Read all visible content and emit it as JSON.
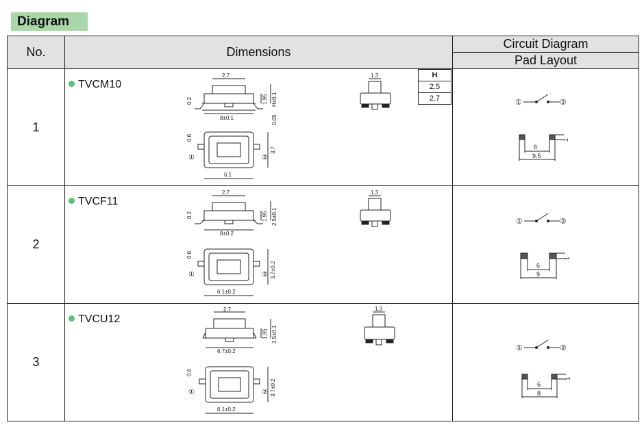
{
  "section_title": "Diagram",
  "headers": {
    "no": "No.",
    "dimensions": "Dimensions",
    "circuit_diagram": "Circuit Diagram",
    "pad_layout": "Pad Layout"
  },
  "rows": [
    {
      "no": "1",
      "model": "TVCM10",
      "side": {
        "top_width": "2.7",
        "body_width": "8±0.1",
        "thickness": "0.2",
        "body_height": "1.95",
        "total_height": "H±0.1",
        "lead": "0.05"
      },
      "front": {
        "top_width": "1.3"
      },
      "h_table": {
        "header": "H",
        "values": [
          "2.5",
          "2.7"
        ]
      },
      "top_view": {
        "lead_gap": "0.6",
        "height": "3.7",
        "width": "6.1",
        "pin1": "①",
        "pin2": "②"
      },
      "circuit": {
        "pin1": "①",
        "pin2": "②"
      },
      "pad": {
        "inner": "6",
        "outer": "9.5",
        "pad_size": "1"
      }
    },
    {
      "no": "2",
      "model": "TVCF11",
      "side": {
        "top_width": "2.7",
        "body_width": "8±0.2",
        "thickness": "0.2",
        "body_height": "1.95",
        "total_height": "2.5±0.1"
      },
      "front": {
        "top_width": "1.3"
      },
      "top_view": {
        "lead_gap": "0.6",
        "height": "3.7±0.2",
        "width": "6.1±0.2",
        "pin1": "①",
        "pin2": "②"
      },
      "circuit": {
        "pin1": "①",
        "pin2": "②"
      },
      "pad": {
        "inner": "6",
        "outer": "9",
        "pad_size": "1"
      }
    },
    {
      "no": "3",
      "model": "TVCU12",
      "side": {
        "top_width": "2.7",
        "body_width": "6.7±0.2",
        "body_height": "1.95",
        "total_height": "2.5±0.1"
      },
      "front": {
        "top_width": "1.3"
      },
      "top_view": {
        "lead_gap": "0.6",
        "height": "3.7±0.2",
        "width": "6.1±0.2",
        "pin1": "①",
        "pin2": "②"
      },
      "circuit": {
        "pin1": "①",
        "pin2": "②"
      },
      "pad": {
        "inner": "6",
        "outer": "8",
        "pad_size": "1"
      }
    }
  ]
}
